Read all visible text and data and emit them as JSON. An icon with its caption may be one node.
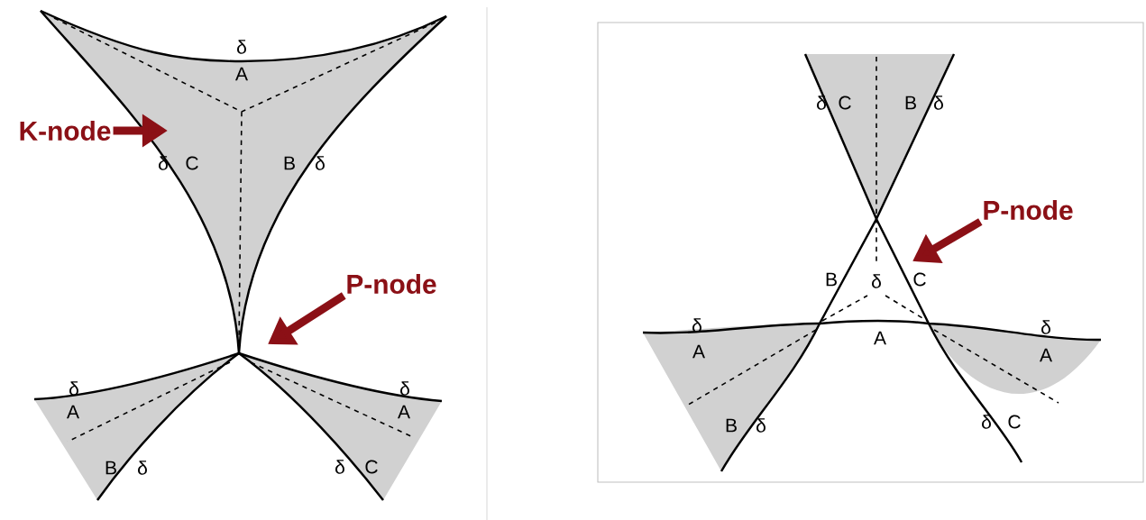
{
  "diagram": {
    "nodes": [
      {
        "text": [
          "K-node"
        ]
      },
      {
        "text": [
          "P-node"
        ]
      },
      {
        "text": [
          "P-node"
        ]
      }
    ],
    "edges": [
      {
        "from": 0,
        "to": null,
        "arrow": "to"
      },
      {
        "from": 1,
        "to": null,
        "arrow": "to"
      },
      {
        "from": 2,
        "to": null,
        "arrow": "to"
      }
    ],
    "labels": [
      "δ",
      "A",
      "δ",
      "C",
      "B",
      "δ",
      "δ",
      "A",
      "δ",
      "A",
      "B",
      "δ",
      "δ",
      "C",
      "δ",
      "C",
      "B",
      "δ",
      "B",
      "δ",
      "C",
      "δ",
      "A",
      "A",
      "δ",
      "A",
      "B",
      "δ",
      "δ",
      "C"
    ]
  }
}
